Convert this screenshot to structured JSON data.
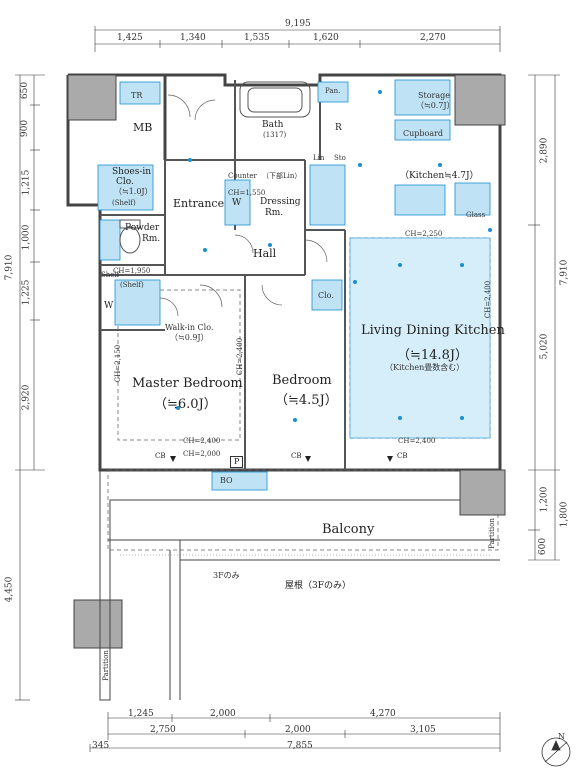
{
  "dims": {
    "top_total": "9,195",
    "top": [
      "1,425",
      "1,340",
      "1,535",
      "1,620",
      "2,270"
    ],
    "left_total": "7,910",
    "left": [
      "650",
      "900",
      "1,215",
      "1,000",
      "1,225",
      "2,920"
    ],
    "left_lower": "4,450",
    "right_total": "7,910",
    "right": [
      "2,890",
      "5,020"
    ],
    "right_lower": [
      "1,200",
      "1,800",
      "600"
    ],
    "bottom1": [
      "1,245",
      "2,000",
      "4,270"
    ],
    "bottom2": [
      "2,750",
      "2,000",
      "3,105"
    ],
    "bottom3_left": "345",
    "bottom3_total": "7,855"
  },
  "rooms": {
    "tr": "TR",
    "mb": "MB",
    "shoes": "Shoes-in",
    "shoes_clo": "Clo.",
    "shoes_size": "（≒1.0J）",
    "shelf": "(Shelf)",
    "entrance": "Entrance",
    "powder": "Powder",
    "powder2": "Rm.",
    "shelf2": "Shelf",
    "shelf3": "(Shelf)",
    "wic": "Walk-in Clo.",
    "wic_size": "（≒0.9J）",
    "master": "Master Bedroom",
    "master_size": "（≒6.0J）",
    "bedroom": "Bedroom",
    "bedroom_size": "（≒4.5J）",
    "hall": "Hall",
    "bath": "Bath",
    "bath_size": "(1317)",
    "dressing": "Dressing",
    "dressing2": "Rm.",
    "counter": "Counter",
    "counter_note": "（下部Lin）",
    "pan": "Pan.",
    "r": "R",
    "lin": "Lin",
    "sto": "Sto",
    "storage": "Storage",
    "storage_size": "（≒0.7J）",
    "cupboard": "Cupboard",
    "kitchen": "（Kitchen≒4.7J）",
    "glass": "Glass",
    "ldk": "Living Dining Kitchen",
    "ldk_size": "（≒14.8J）",
    "ldk_note": "（Kitchen畳数含む）",
    "clo": "Clo.",
    "w1": "W",
    "w2": "W",
    "balcony": "Balcony",
    "roof": "屋根（3Fのみ）",
    "roof_note": "3Fのみ",
    "partition": "Partition",
    "partition2": "Partition",
    "bo": "BO",
    "p": "P"
  },
  "ch": {
    "wic": "CH=1,950",
    "dressing": "CH=1,550",
    "ldk_top": "CH=2,250",
    "master_bottom": "CH=2,400",
    "master_bottom2": "CH=2,000",
    "ldk_bottom": "CH=2,400",
    "master_left": "CH=2,150",
    "master_right": "CH=2,400",
    "ldk_right": "CH=2,400"
  },
  "cb": [
    "CB",
    "CB",
    "CB"
  ],
  "compass": "N",
  "colors": {
    "wall": "#444444",
    "fixture": "#1a8fd0",
    "ldk_fill": "#d6eefa",
    "fixture_fill": "#bfe3f5"
  }
}
